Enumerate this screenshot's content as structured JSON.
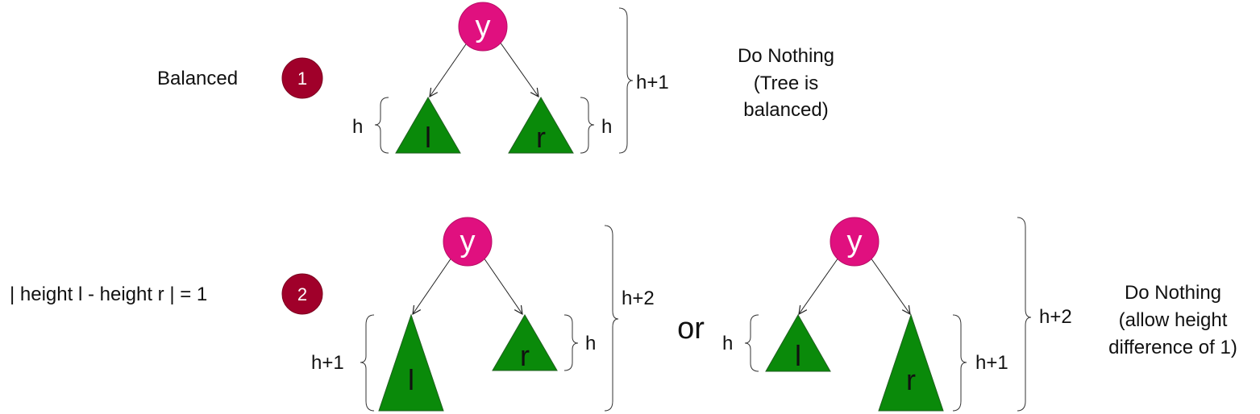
{
  "colors": {
    "node": "#e0107f",
    "badge": "#a0002a",
    "subtree": "#0a8a0a",
    "subtree_stroke": "#1f5f1f"
  },
  "case1": {
    "label": "Balanced",
    "badge": "1",
    "root": "y",
    "left": "l",
    "right": "r",
    "left_height": "h",
    "right_height": "h",
    "total_height": "h+1",
    "action": [
      "Do Nothing",
      "(Tree is",
      "balanced)"
    ]
  },
  "case2": {
    "label": "| height l - height r | = 1",
    "badge": "2",
    "connector": "or",
    "tree_a": {
      "root": "y",
      "left": "l",
      "right": "r",
      "left_height": "h+1",
      "right_height": "h",
      "total_height": "h+2"
    },
    "tree_b": {
      "root": "y",
      "left": "l",
      "right": "r",
      "left_height": "h",
      "right_height": "h+1",
      "total_height": "h+2"
    },
    "action": [
      "Do Nothing",
      "(allow height",
      "difference of 1)"
    ]
  }
}
